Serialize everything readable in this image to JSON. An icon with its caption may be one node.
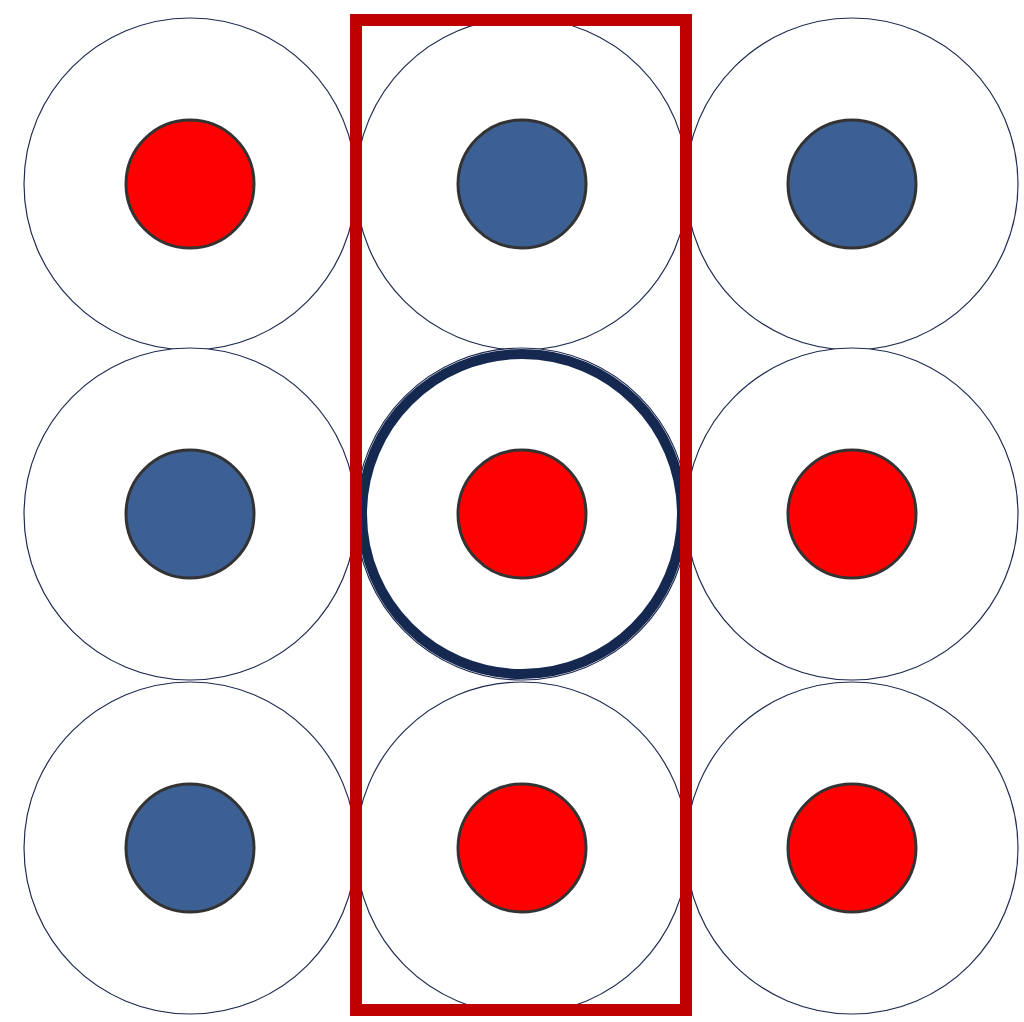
{
  "diagram": {
    "nodes": [
      {
        "text": [],
        "shape": "circle"
      },
      {
        "text": [],
        "shape": "circle",
        "in": 0
      },
      {
        "text": [],
        "shape": "circle"
      },
      {
        "text": [],
        "shape": "circle",
        "in": 2
      },
      {
        "text": [],
        "shape": "circle"
      },
      {
        "text": [],
        "shape": "circle",
        "in": 4
      },
      {
        "text": [],
        "shape": "circle"
      },
      {
        "text": [],
        "shape": "circle",
        "in": 6
      },
      {
        "text": [],
        "shape": "circle"
      },
      {
        "text": [],
        "shape": "circle",
        "in": 8
      },
      {
        "text": [],
        "shape": "circle"
      },
      {
        "text": [],
        "shape": "circle",
        "in": 10
      },
      {
        "text": [],
        "shape": "circle"
      },
      {
        "text": [],
        "shape": "circle",
        "in": 12
      },
      {
        "text": [],
        "shape": "circle"
      },
      {
        "text": [],
        "shape": "circle",
        "in": 14
      },
      {
        "text": [],
        "shape": "circle"
      },
      {
        "text": [],
        "shape": "circle",
        "in": 16
      }
    ]
  }
}
